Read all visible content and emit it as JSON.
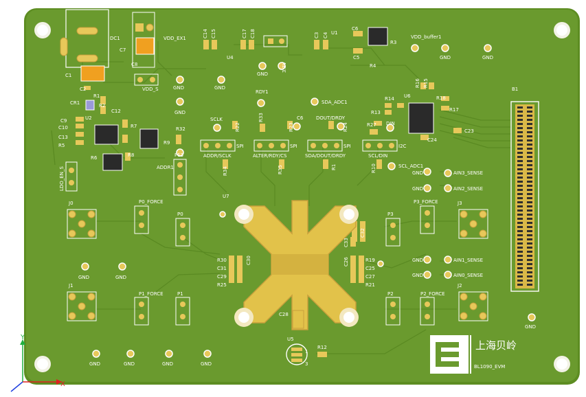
{
  "board": {
    "board_color": "#6a9a2e",
    "trace_color": "#5c8a25",
    "silk_color": "#ffffff",
    "pad_color": "#e7c85a",
    "pad_inner_color": "#c8a03c"
  },
  "silk": {
    "dc1": "DC1",
    "c1": "C1",
    "c7": "C7",
    "c8": "C8",
    "vdd_ex1": "VDD_EX1",
    "vdd_s": "VDD_S",
    "c2": "C2",
    "cr1": "CR1",
    "r1": "R1",
    "r2": "R2",
    "c9": "C9",
    "c10": "C10",
    "c13": "C13",
    "r5": "R5",
    "u2": "U2",
    "c12": "C12",
    "r7": "R7",
    "c11": "C11",
    "r6": "R6",
    "r8": "R8",
    "r9": "R9",
    "ldo_en_s": "LDO_EN_S",
    "c14": "C14",
    "c15": "C15",
    "c17": "C17",
    "c18": "C18",
    "u4": "U4",
    "c3": "C3",
    "c4": "C4",
    "u1": "U1",
    "c6": "C6",
    "c5": "C5",
    "r3": "R3",
    "r4": "R4",
    "v33": "3.3V",
    "vdd_buffer1": "VDD_buffer1",
    "rdy1": "RDY1",
    "sda_adc1": "SDA_ADC1",
    "sclk": "SCLK",
    "r22": "R22",
    "r33": "R33",
    "c6b": "C6",
    "r23": "R23",
    "dout_drdy": "DOUT/DRDY",
    "r24": "R24",
    "din": "DIN",
    "r27": "R27",
    "r13": "R13",
    "r14": "R14",
    "u6": "U6",
    "r15": "R15",
    "r16": "R16",
    "r18": "R18",
    "r17": "R17",
    "c23": "C23",
    "c24": "C24",
    "b1": "B1",
    "spi": "SPI",
    "i2c": "I2C",
    "addr_sclk": "ADDR/SCLK",
    "alter_rdy_cs": "ALTER/RDY/CS",
    "sda_dout_drdy": "SDA/DOUT/DRDY",
    "scl_din": "SCL/DIN",
    "r32": "R32",
    "r34": "R34",
    "r35": "R35",
    "r1b": "R1",
    "r10": "R10",
    "scl_adc1": "SCL_ADC1",
    "p13": "P13",
    "addr1": "ADDR1",
    "ain3_sense": "AIN3_SENSE",
    "ain2_sense": "AIN2_SENSE",
    "ain1_sense": "AIN1_SENSE",
    "ain0_sense": "AIN0_SENSE",
    "u7": "U7",
    "j0": "J0",
    "j1": "J1",
    "j2": "J2",
    "j3": "J3",
    "p0_force": "P0_FORCE",
    "p0": "P0",
    "p1_force": "P1_FORCE",
    "p1": "P1",
    "p2": "P2",
    "p2_force": "P2_FORCE",
    "p3": "P3",
    "p3_force": "P3_FORCE",
    "r30": "R30",
    "c31": "C31",
    "c29": "C29",
    "r25": "R25",
    "c30": "C30",
    "c33": "C33",
    "c32": "C32",
    "c26": "C26",
    "r19": "R19",
    "c25": "C25",
    "c27": "C27",
    "r21": "R21",
    "c28": "C28",
    "u5": "U5",
    "r12": "R12",
    "pin1": "1",
    "pin3": "3",
    "gnd": "GND",
    "company": "上海贝岭",
    "board_id": "BL1090_EVM"
  },
  "axes": {
    "x_label": "X",
    "y_label": "Y",
    "x_color": "#e02020",
    "y_color": "#20b040"
  }
}
